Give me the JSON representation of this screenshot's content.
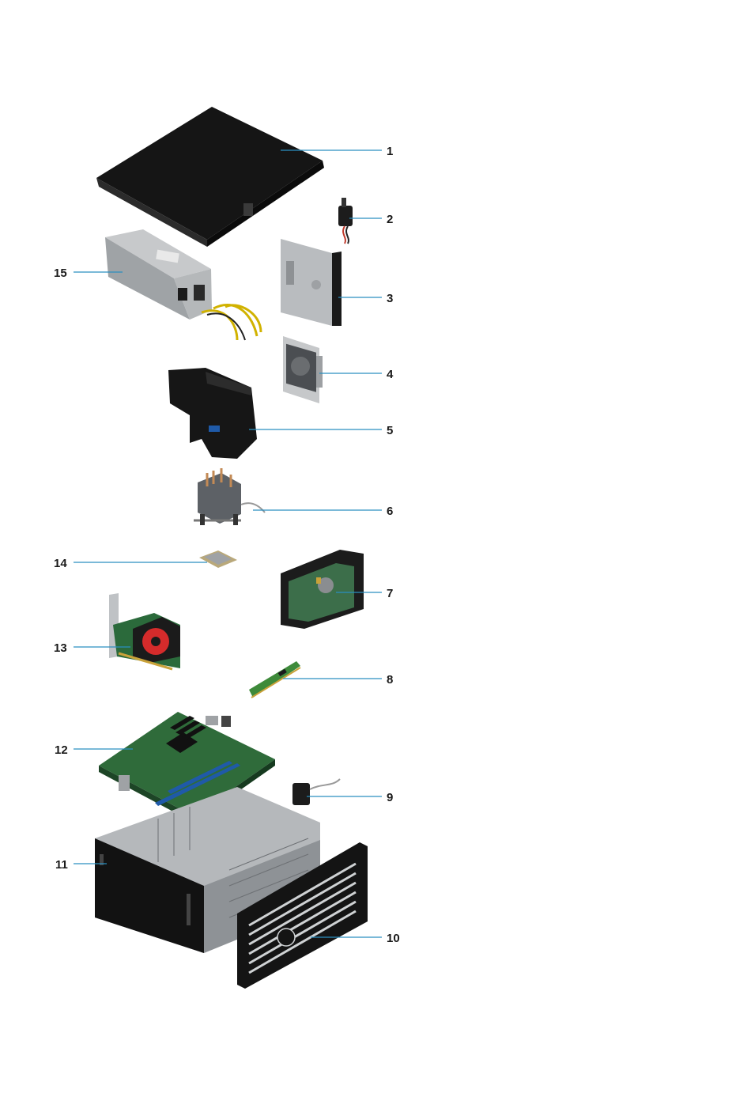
{
  "callouts": [
    {
      "number": "1"
    },
    {
      "number": "2"
    },
    {
      "number": "3"
    },
    {
      "number": "4"
    },
    {
      "number": "5"
    },
    {
      "number": "6"
    },
    {
      "number": "7"
    },
    {
      "number": "8"
    },
    {
      "number": "9"
    },
    {
      "number": "10"
    },
    {
      "number": "11"
    },
    {
      "number": "12"
    },
    {
      "number": "13"
    },
    {
      "number": "14"
    },
    {
      "number": "15"
    }
  ],
  "colors": {
    "leader": "#2a8fc0",
    "label": "#1a1a1a",
    "panel_dark": "#111111",
    "metal": "#a9acaf",
    "pcb_green": "#2f6b3a",
    "fan_red": "#d52b2b",
    "ram_green": "#3e8a3a",
    "gold": "#c9a23a"
  }
}
